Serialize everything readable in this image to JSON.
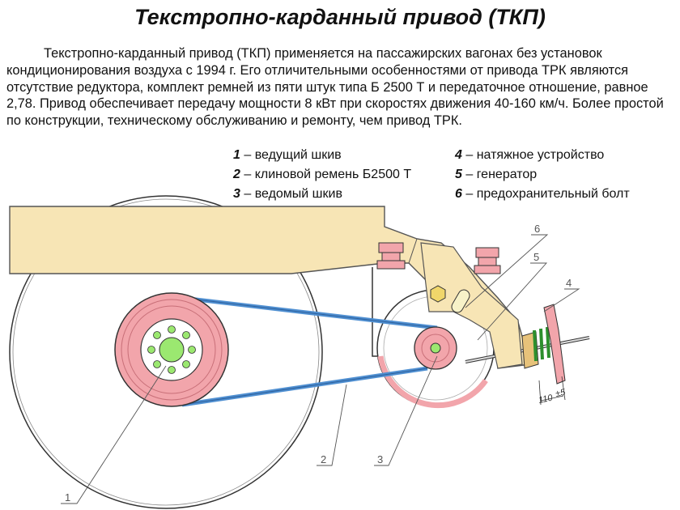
{
  "title": "Текстропно-карданный привод (ТКП)",
  "description": "Текстропно-карданный привод (ТКП) применяется на пассажирских  вагонах без установок кондиционирования воздуха с 1994 г. Его отличительными особенностями от привода ТРК являются отсутствие редуктора, комплект ремней из пяти штук типа Б 2500 Т и передаточное отношение, равное 2,78. Привод обеспечивает передачу мощности 8 кВт при скоростях движения 40-160 км/ч. Более простой по конструкции, техническому обслуживанию и ремонту, чем привод ТРК.",
  "legend": {
    "left": [
      {
        "num": "1",
        "text": " – ведущий шкив"
      },
      {
        "num": "2",
        "text": " – клиновой ремень Б2500 Т"
      },
      {
        "num": "3",
        "text": " – ведомый шкив"
      }
    ],
    "right": [
      {
        "num": "4",
        "text": " – натяжное устройство"
      },
      {
        "num": "5",
        "text": " – генератор"
      },
      {
        "num": "6",
        "text": " – предохранительный болт"
      }
    ]
  },
  "callouts": {
    "c1": "1",
    "c2": "2",
    "c3": "3",
    "c4": "4",
    "c5": "5",
    "c6": "6"
  },
  "dimension": "110",
  "dimension_tol": "±5",
  "colors": {
    "frame": "#f7e5b5",
    "pulley": "#f2a5ab",
    "hub": "#9be870",
    "belt": "#4f8fd1",
    "outline": "#333333"
  }
}
